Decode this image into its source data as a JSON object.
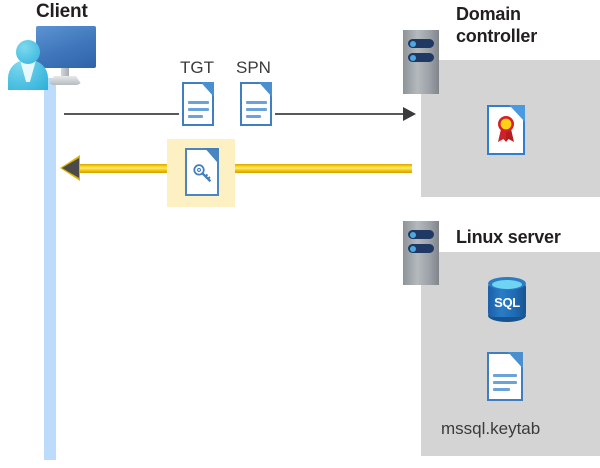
{
  "diagram": {
    "title": "Kerberos authentication flow between client, domain controller and Linux server",
    "client": {
      "label": "Client",
      "icon": "user-workstation-icon",
      "lifeline": "client-lifeline"
    },
    "domain_controller": {
      "label": "Domain controller",
      "tower_icon": "server-tower-icon",
      "contents": [
        {
          "icon": "certificate-document-icon",
          "label": ""
        }
      ]
    },
    "linux_server": {
      "label": "Linux server",
      "tower_icon": "server-tower-icon",
      "contents": [
        {
          "icon": "sql-database-icon",
          "label": "SQL"
        },
        {
          "icon": "keytab-document-icon",
          "label": "mssql.keytab"
        }
      ]
    },
    "request": {
      "direction": "client-to-domain-controller",
      "line_style": "thin-solid-dark",
      "artifacts": [
        {
          "icon": "document-icon",
          "label": "TGT"
        },
        {
          "icon": "document-icon",
          "label": "SPN"
        }
      ]
    },
    "response": {
      "direction": "domain-controller-to-client",
      "line_style": "thick-yellow",
      "artifacts": [
        {
          "icon": "ticket-key-document-icon",
          "label": "",
          "highlighted": true
        }
      ]
    },
    "colors": {
      "panel_gray": "#d4d4d4",
      "lifeline_blue": "#bddcfb",
      "highlight_yellow": "#fdf1c4",
      "arrow_yellow": "#f5cf12",
      "arrow_dark": "#3a3a3c",
      "doc_blue": "#3f7fc1",
      "sql_blue": "#1f6bb4",
      "cert_red": "#cf2128",
      "cert_gold": "#fcd116",
      "server_navy": "#1f3864",
      "text_dark": "#231f20"
    }
  }
}
